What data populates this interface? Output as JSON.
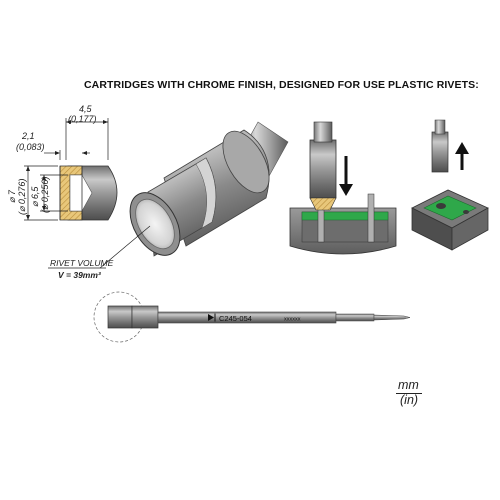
{
  "heading": "CARTRIDGES WITH CHROME FINISH, DESIGNED FOR USE PLASTIC RIVETS:",
  "dimensions": {
    "length_mm": "4,5",
    "length_in": "(0,177)",
    "depth_mm": "2,1",
    "depth_in": "(0,083)",
    "outer_dia_mm": "⌀ 7",
    "outer_dia_in": "(⌀ 0,276)",
    "inner_dia_mm": "⌀ 6,5",
    "inner_dia_in": "(⌀ 0,256)"
  },
  "rivet": {
    "label": "RIVET VOLUME",
    "volume": "V = 39mm³"
  },
  "cartridge": {
    "part_number": "C245-054",
    "serial": "xxxxxx"
  },
  "units": {
    "primary": "mm",
    "secondary": "(in)"
  },
  "colors": {
    "tip_gold": "#e8c77a",
    "chrome_mid": "#9c9c9c",
    "pcb_green": "#2fa84a",
    "arrow": "#111111"
  }
}
